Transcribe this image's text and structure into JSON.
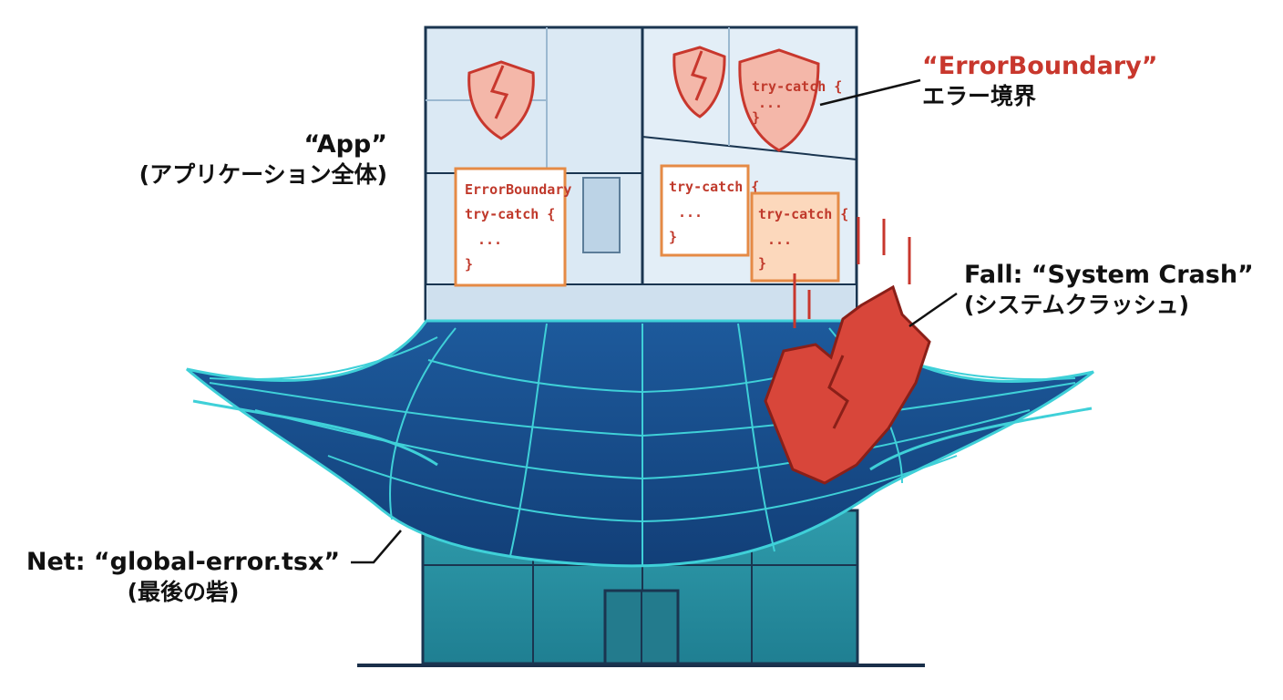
{
  "labels": {
    "app": {
      "title": "“App”",
      "subtitle": "(アプリケーション全体)"
    },
    "error_boundary": {
      "title": "“ErrorBoundary”",
      "subtitle": "エラー境界"
    },
    "fall": {
      "title": "Fall: “System Crash”",
      "subtitle": "(システムクラッシュ)"
    },
    "net": {
      "title": "Net: “global-error.tsx”",
      "subtitle": "(最後の砦)"
    }
  },
  "panels": {
    "left_box": {
      "line1": "ErrorBoundary",
      "line2": "try-catch {",
      "line3": "...",
      "line4": "}"
    },
    "mid_box": {
      "line1": "try-catch {",
      "line2": "...",
      "line3": "}"
    },
    "right_box": {
      "line1": "try-catch {",
      "line2": "...",
      "line3": "}"
    },
    "shield": {
      "line1": "try-catch {",
      "line2": "...",
      "line3": "}"
    }
  },
  "colors": {
    "accent_red": "#c8372d",
    "net_blue": "#1e4f8a",
    "net_cyan": "#3fd0d8",
    "building_teal": "#2a8fa0"
  }
}
